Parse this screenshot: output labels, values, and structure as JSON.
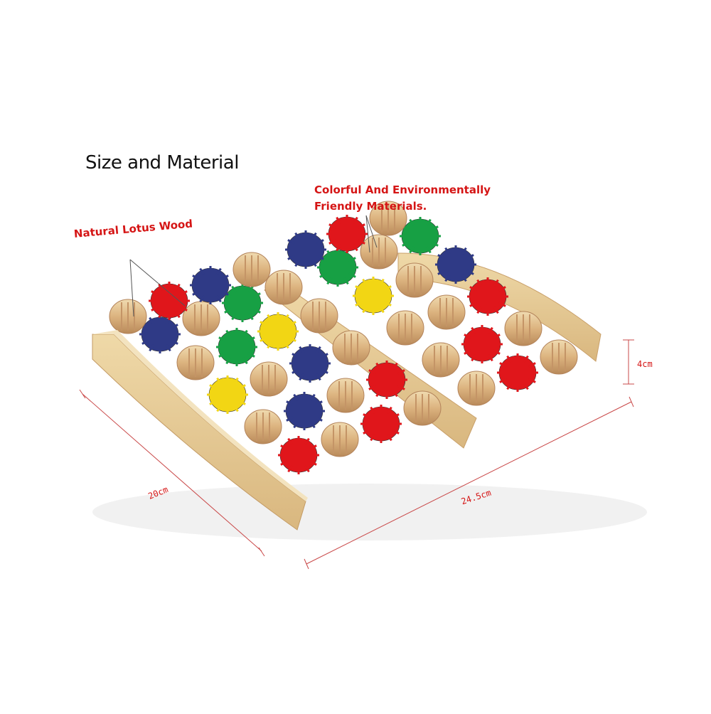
{
  "heading": "Size and Material",
  "callouts": {
    "wood": "Natural Lotus Wood",
    "color_line1": "Colorful And Environmentally",
    "color_line2": "Friendly Materials."
  },
  "dimensions": {
    "depth": "20cm",
    "width": "24.5cm",
    "height": "4cm"
  },
  "colors": {
    "annotation": "#d51515",
    "wood_light": "#e8cf9a",
    "wood_mid": "#d8a874",
    "wood_dark": "#b88456",
    "red": "#e0161b",
    "blue": "#2f3a86",
    "green": "#17a044",
    "yellow": "#f2d614"
  },
  "product": {
    "name": "foot-massage-roller",
    "frame_rails": 3,
    "roller_rows": 6,
    "roller_colors_front_left": [
      "yellow",
      "blue",
      "red",
      "green",
      "blue",
      "red"
    ]
  }
}
